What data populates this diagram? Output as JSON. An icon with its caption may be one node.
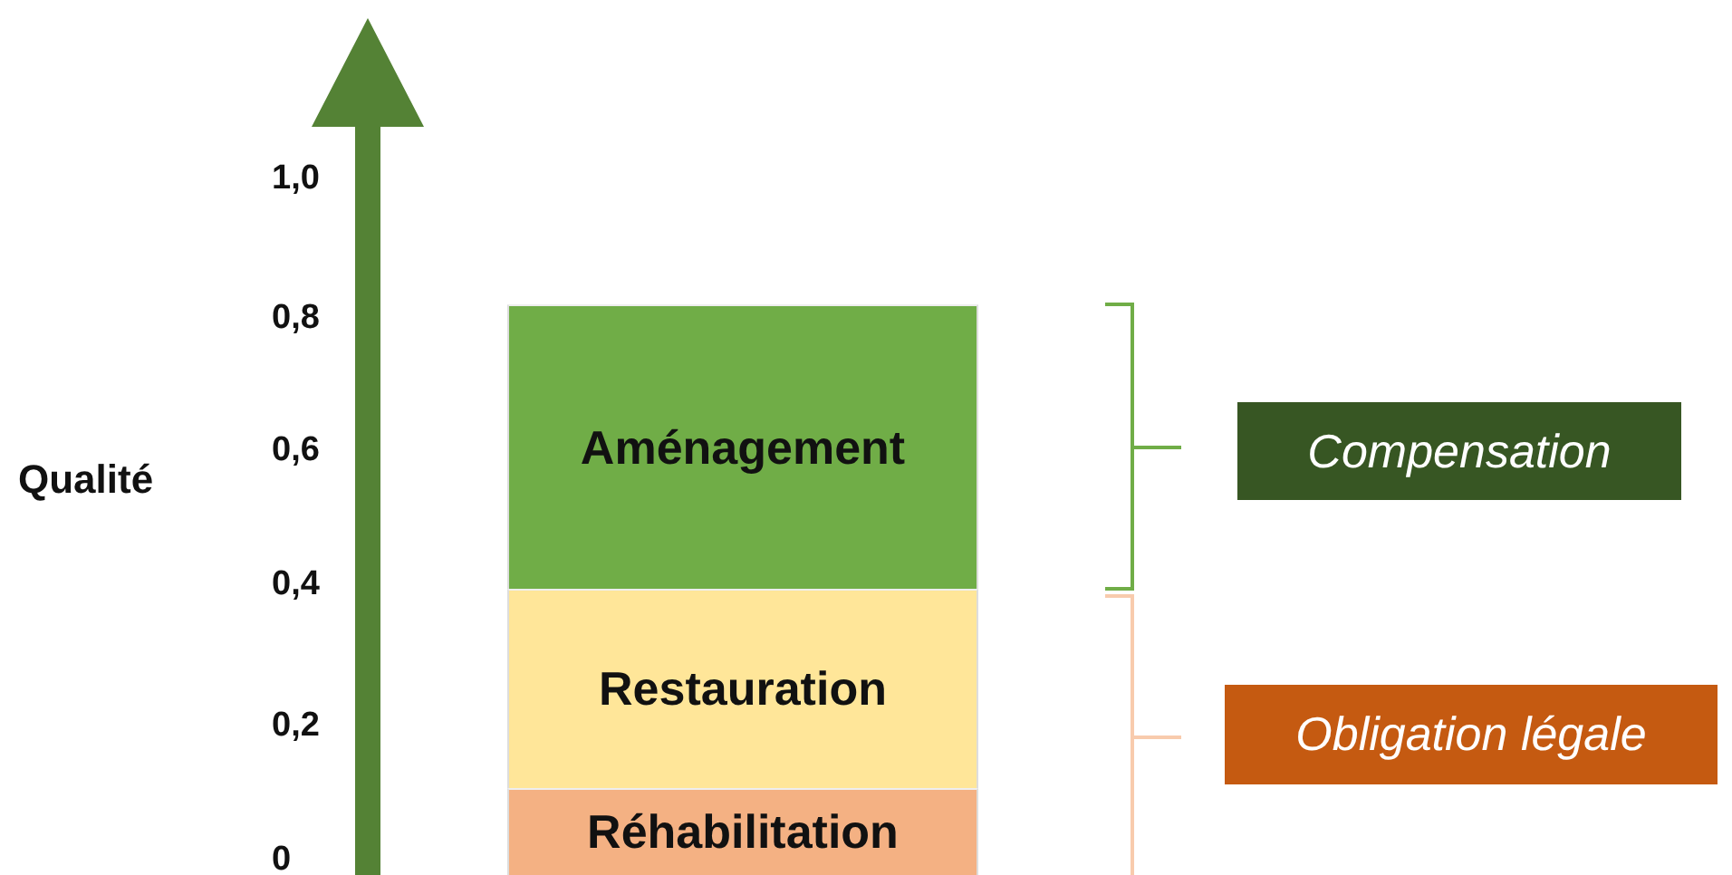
{
  "diagram": {
    "nodes": [
      {
        "text": [
          "Aménagement"
        ]
      },
      {
        "text": [
          "Restauration"
        ]
      },
      {
        "text": [
          "Réhabilitation"
        ]
      },
      {
        "text": [
          "Compensation"
        ]
      },
      {
        "text": [
          "Obligation légale"
        ]
      }
    ],
    "labels": [
      "1,0",
      "0,8",
      "Qualité",
      "0,6",
      "0,4",
      "0,2",
      "0"
    ]
  }
}
